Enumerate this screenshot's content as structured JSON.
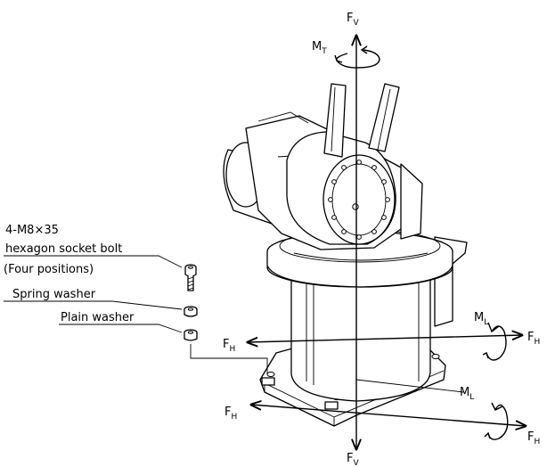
{
  "forces": {
    "fv_top": "F",
    "fv_top_sub": "V",
    "fv_bottom": "F",
    "fv_bottom_sub": "V",
    "mt": "M",
    "mt_sub": "T",
    "fh_left_upper": "F",
    "fh_left_upper_sub": "H",
    "fh_left_lower": "F",
    "fh_left_lower_sub": "H",
    "fh_right_upper": "F",
    "fh_right_upper_sub": "H",
    "fh_right_lower": "F",
    "fh_right_lower_sub": "H",
    "ml_upper": "M",
    "ml_upper_sub": "L",
    "ml_lower": "M",
    "ml_lower_sub": "L"
  },
  "callouts": {
    "bolt_spec": "4-M8×35",
    "bolt_name": "hexagon socket bolt",
    "bolt_positions": "(Four positions)",
    "spring_washer": "Spring washer",
    "plain_washer": "Plain washer"
  }
}
